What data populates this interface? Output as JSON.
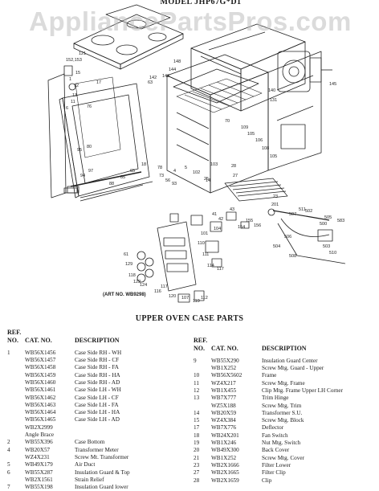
{
  "header": {
    "model": "MODEL JHP67G*D1",
    "watermark": "AppliancePartsPros.com"
  },
  "diagram": {
    "art_no": "(ART NO. WB9298)",
    "callouts": [
      "152,153",
      "121",
      "15",
      "1",
      "72",
      "13",
      "11",
      "6",
      "17",
      "76",
      "80",
      "95",
      "97",
      "94",
      "88",
      "85",
      "65",
      "18",
      "78",
      "73",
      "56",
      "93",
      "63",
      "142",
      "143",
      "144",
      "148",
      "145",
      "140",
      "131",
      "70",
      "109",
      "105",
      "106",
      "108",
      "105",
      "103",
      "102",
      "61",
      "129",
      "118",
      "122",
      "124",
      "116",
      "117",
      "120",
      "107",
      "119",
      "112",
      "4",
      "5",
      "14",
      "27",
      "23",
      "28",
      "201",
      "502",
      "505",
      "507",
      "511",
      "583",
      "500",
      "503",
      "504",
      "508",
      "506",
      "510",
      "25",
      "41",
      "42",
      "43",
      "154",
      "155",
      "156",
      "104",
      "101",
      "110",
      "111",
      "114",
      "117"
    ]
  },
  "section": {
    "title": "UPPER OVEN CASE PARTS"
  },
  "table_left": {
    "ref_label": "REF.",
    "headers": {
      "no": "NO.",
      "cat": "CAT. NO.",
      "desc": "DESCRIPTION"
    },
    "rows": [
      {
        "no": "1",
        "cat": "WB56X1456",
        "desc": "Case Side RH - WH"
      },
      {
        "no": "",
        "cat": "WB56X1457",
        "desc": "Case Side RH - CF"
      },
      {
        "no": "",
        "cat": "WB56X1458",
        "desc": "Case Side RH - FA"
      },
      {
        "no": "",
        "cat": "WB56X1459",
        "desc": "Case Side RH - HA"
      },
      {
        "no": "",
        "cat": "WB56X1460",
        "desc": "Case Side RH - AD"
      },
      {
        "no": "",
        "cat": "WB56X1461",
        "desc": "Case Side LH - WH"
      },
      {
        "no": "",
        "cat": "WB56X1462",
        "desc": "Case Side LH - CF"
      },
      {
        "no": "",
        "cat": "WB56X1463",
        "desc": "Case Side LH - FA"
      },
      {
        "no": "",
        "cat": "WB56X1464",
        "desc": "Case Side LH - HA"
      },
      {
        "no": "",
        "cat": "WB56X1465",
        "desc": "Case Side LH - AD"
      },
      {
        "no": "",
        "cat": "WB2X2999",
        "desc": ""
      },
      {
        "no": "",
        "cat": "Angle Brace",
        "desc": ""
      },
      {
        "no": "2",
        "cat": "WB55X396",
        "desc": "Case Bottom"
      },
      {
        "no": "4",
        "cat": "WB20X57",
        "desc": "Transformer Meter"
      },
      {
        "no": "",
        "cat": "WZ4X231",
        "desc": "Screw Mt. Transformer"
      },
      {
        "no": "5",
        "cat": "WB49X179",
        "desc": "Air Duct"
      },
      {
        "no": "6",
        "cat": "WB55X287",
        "desc": "Insulation Guard & Top"
      },
      {
        "no": "",
        "cat": "WB2X1561",
        "desc": "Strain Relief"
      },
      {
        "no": "7",
        "cat": "WB55X198",
        "desc": "Insulation Guard lower"
      }
    ]
  },
  "table_right": {
    "ref_label": "REF.",
    "headers": {
      "no": "NO.",
      "cat": "CAT. NO.",
      "desc": "DESCRIPTION"
    },
    "rows": [
      {
        "no": "9",
        "cat": "WB55X290",
        "desc": "Insulation Guard Center"
      },
      {
        "no": "",
        "cat": "WB1X252",
        "desc": "Screw Mtg. Guard - Upper"
      },
      {
        "no": "10",
        "cat": "WB56X5602",
        "desc": "Frame"
      },
      {
        "no": "11",
        "cat": "WZ4X217",
        "desc": "Screw Mtg. Frame"
      },
      {
        "no": "12",
        "cat": "WB1X455",
        "desc": "Clip Mtg. Frame Upper LH Corner"
      },
      {
        "no": "13",
        "cat": "WB7X777",
        "desc": "Trim Hinge"
      },
      {
        "no": "",
        "cat": "WZ5X188",
        "desc": "Screw Mtg. Trim"
      },
      {
        "no": "14",
        "cat": "WB20X59",
        "desc": "Transformer S.U."
      },
      {
        "no": "15",
        "cat": "WZ4X384",
        "desc": "Screw Mtg. Block"
      },
      {
        "no": "17",
        "cat": "WB7X776",
        "desc": "Deflector"
      },
      {
        "no": "18",
        "cat": "WB24X201",
        "desc": "Fan Switch"
      },
      {
        "no": "19",
        "cat": "WB1X246",
        "desc": "Nut Mtg. Switch"
      },
      {
        "no": "20",
        "cat": "WB49X300",
        "desc": "Back Cover"
      },
      {
        "no": "21",
        "cat": "WB1X252",
        "desc": "Screw Mtg. Cover"
      },
      {
        "no": "23",
        "cat": "WB2X1666",
        "desc": "Filter Lower"
      },
      {
        "no": "27",
        "cat": "WB2X1665",
        "desc": "Filter Clip"
      },
      {
        "no": "28",
        "cat": "WB2X1659",
        "desc": "Clip"
      }
    ]
  },
  "colors": {
    "ink": "#1a1a1a",
    "watermark": "#bebebe",
    "paper": "#ffffff"
  }
}
